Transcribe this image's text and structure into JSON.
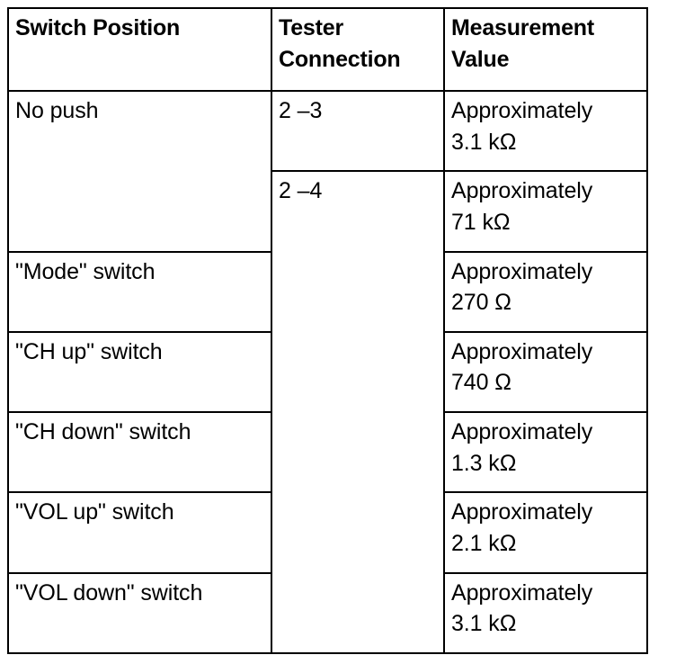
{
  "table": {
    "columns": [
      {
        "id": "switch-position",
        "label": "Switch Position"
      },
      {
        "id": "tester-connection",
        "label_line1": "Tester",
        "label_line2": "Connection"
      },
      {
        "id": "measurement-value",
        "label_line1": "Measurement",
        "label_line2": "Value"
      }
    ],
    "rows": [
      {
        "switch_position": "No push",
        "tester_connection": "2 –3",
        "measurement_line1": "Approximately",
        "measurement_line2": "3.1 kΩ"
      },
      {
        "switch_position": "",
        "tester_connection": "2 –4",
        "measurement_line1": "Approximately",
        "measurement_line2": "71 kΩ"
      },
      {
        "switch_position": "\"Mode\" switch",
        "measurement_line1": "Approximately",
        "measurement_line2": "270 Ω"
      },
      {
        "switch_position": "\"CH up\" switch",
        "measurement_line1": "Approximately",
        "measurement_line2": "740 Ω"
      },
      {
        "switch_position": "\"CH down\" switch",
        "measurement_line1": "Approximately",
        "measurement_line2": "1.3 kΩ"
      },
      {
        "switch_position": "\"VOL up\" switch",
        "measurement_line1": "Approximately",
        "measurement_line2": "2.1 kΩ"
      },
      {
        "switch_position": "\"VOL down\" switch",
        "measurement_line1": "Approximately",
        "measurement_line2": "3.1 kΩ"
      }
    ]
  },
  "colors": {
    "border": "#000000",
    "text": "#000000",
    "background": "#ffffff"
  }
}
